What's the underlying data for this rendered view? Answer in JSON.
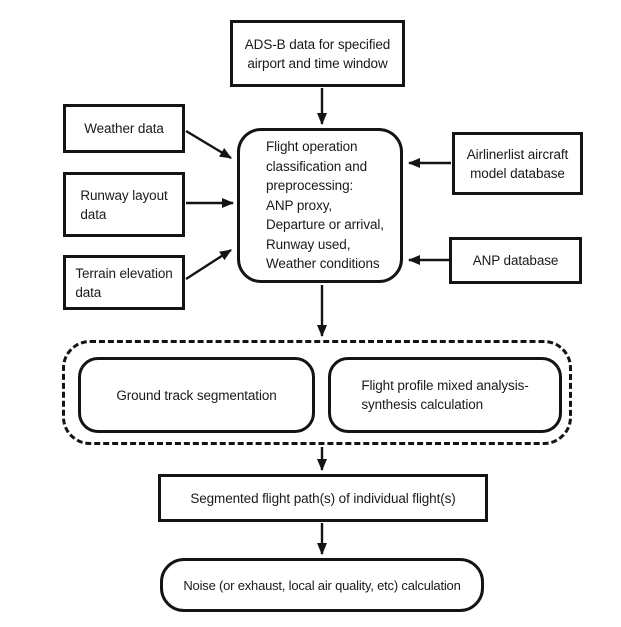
{
  "diagram": {
    "type": "flowchart",
    "colors": {
      "line": "#141414",
      "node_fill": "#ffffff",
      "background": "#ffffff",
      "text": "#1a1a1a"
    },
    "nodes": {
      "adsb": "ADS-B data for specified\nairport and time window",
      "weather": "Weather data",
      "runway_layout": "Runway layout\ndata",
      "terrain": "Terrain elevation\ndata",
      "classification": "Flight operation\nclassification and\npreprocessing:\nANP proxy,\nDeparture or arrival,\nRunway used,\nWeather conditions",
      "airlinerlist": "Airlinerlist aircraft\nmodel database",
      "anp": "ANP database",
      "ground_track": "Ground track segmentation",
      "flight_profile": "Flight profile mixed analysis-\nsynthesis calculation",
      "segmented": "Segmented flight path(s) of individual flight(s)",
      "noise": "Noise (or exhaust, local air quality, etc) calculation"
    },
    "edges": [
      {
        "from": "adsb",
        "to": "classification"
      },
      {
        "from": "weather",
        "to": "classification"
      },
      {
        "from": "runway_layout",
        "to": "classification"
      },
      {
        "from": "terrain",
        "to": "classification"
      },
      {
        "from": "airlinerlist",
        "to": "classification"
      },
      {
        "from": "anp",
        "to": "classification"
      },
      {
        "from": "classification",
        "to": "segmentation-group"
      },
      {
        "from": "segmentation-group",
        "to": "segmented"
      },
      {
        "from": "segmented",
        "to": "noise"
      }
    ]
  }
}
